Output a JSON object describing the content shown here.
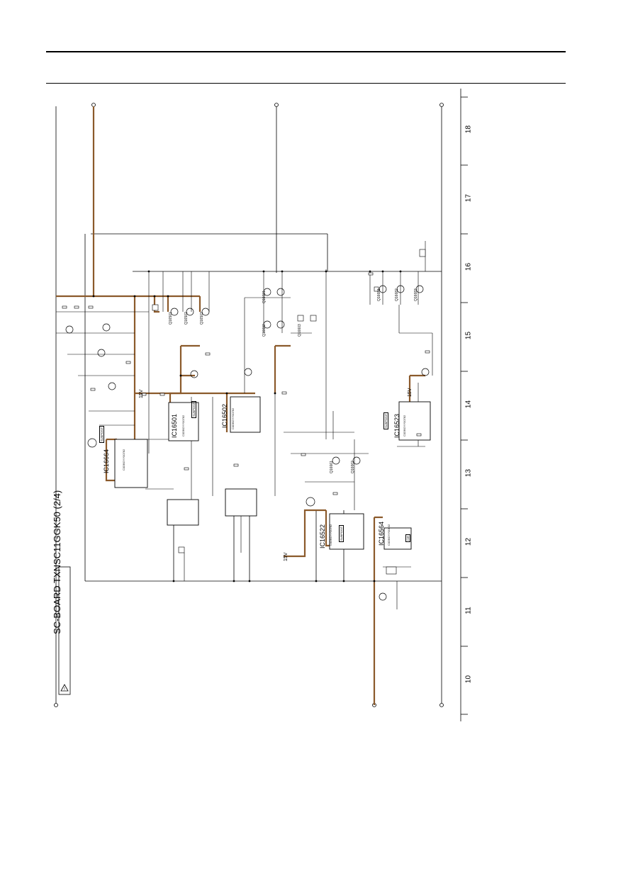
{
  "diagram": {
    "title": "SC-BOARD TXNSC11GGK50 (2/4)",
    "grid_numbers": [
      "10",
      "11",
      "12",
      "13",
      "14",
      "15",
      "16",
      "17",
      "18"
    ],
    "ics": [
      {
        "ref": "IC16664",
        "part": "C0DBGYY00782",
        "tag": "SUBPOSIT"
      },
      {
        "ref": "IC16501",
        "part": "C0DBGYY00782",
        "tag": "SUBPOSIT"
      },
      {
        "ref": "IC16502",
        "part": "C0DBGYY00782",
        "tag": ""
      },
      {
        "ref": "IC16522",
        "part": "C0DBGYY00782",
        "tag": "SUBPOSIT"
      },
      {
        "ref": "IC16523",
        "part": "C0DBGYY00782",
        "tag": "SUBPOSIT"
      },
      {
        "ref": "IC16564",
        "part": "C0DBGYY00632",
        "tag": "CIR"
      }
    ],
    "voltage_labels": [
      "15V",
      "15V",
      "15V"
    ],
    "transistors": [
      "Q16501",
      "Q16502",
      "Q16503",
      "Q16601",
      "Q16602",
      "Q16603",
      "Q16661",
      "Q16662",
      "Q16681",
      "Q16682",
      "Q16683"
    ],
    "colors": {
      "trace": "#000000",
      "highlight": "#8b5a2b",
      "background": "#ffffff"
    }
  }
}
